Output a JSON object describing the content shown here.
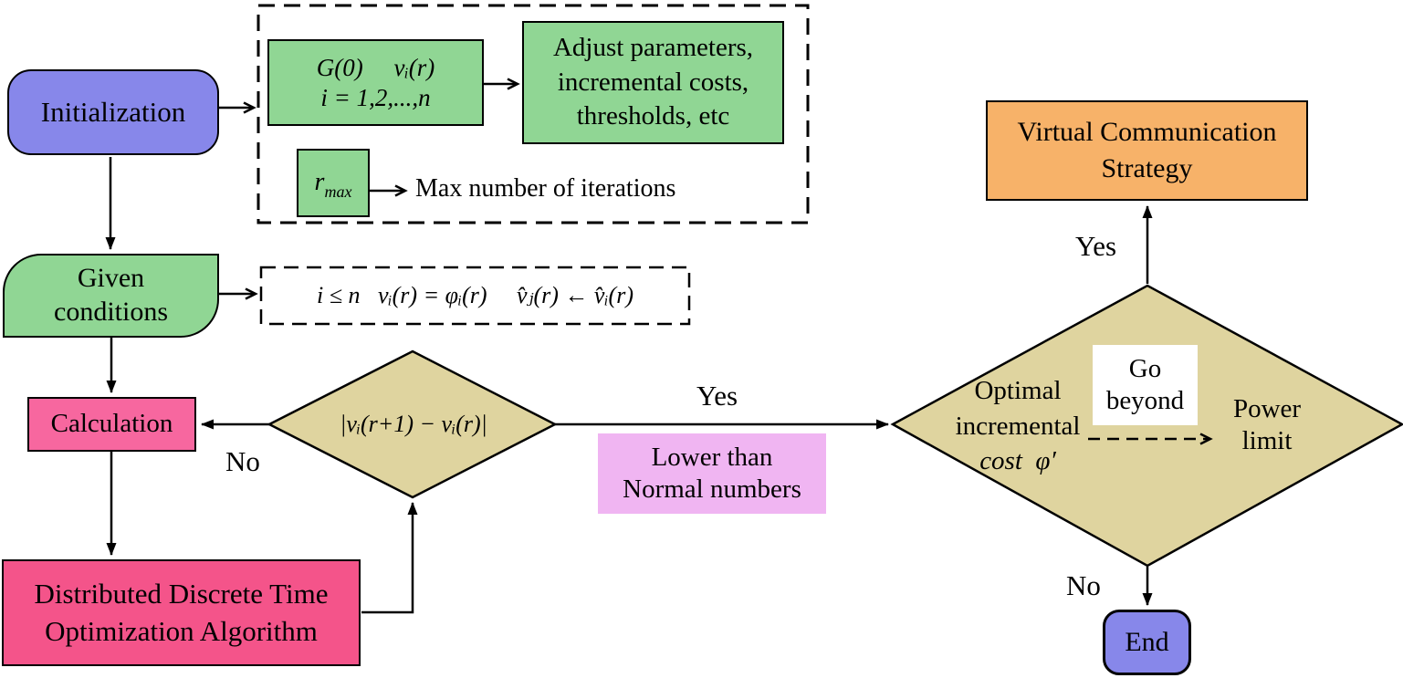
{
  "colors": {
    "periwinkle": "#8787EA",
    "green": "#90D694",
    "pink": "#F7679F",
    "deep_pink": "#F4548A",
    "tan": "#DFD49F",
    "lavender": "#F0B5F2",
    "orange": "#F7B269",
    "line": "#000000"
  },
  "nodes": {
    "initialization": {
      "label": "Initialization"
    },
    "init_formula": {
      "line1": "G(0)     vᵢ(r)",
      "line2": "i = 1,2,...,n"
    },
    "adjust": {
      "line1": "Adjust parameters,",
      "line2": "incremental costs,",
      "line3": "thresholds, etc"
    },
    "rmax": {
      "base": "r",
      "sub": "max"
    },
    "max_iterations": {
      "label": "Max number of iterations"
    },
    "given_conditions": {
      "line1": "Given",
      "line2": "conditions"
    },
    "condition_formula": {
      "label": "i ≤ n   vᵢ(r) = φᵢ(r)     v̂ⱼ(r) ← v̂ᵢ(r)"
    },
    "calculation": {
      "label": "Calculation"
    },
    "convergence_diamond": {
      "label": "|vᵢ(r+1) − vᵢ(r)|"
    },
    "lower_than": {
      "line1": "Lower than",
      "line2": "Normal numbers"
    },
    "ddtoa": {
      "line1": "Distributed Discrete Time",
      "line2": "Optimization Algorithm"
    },
    "optimal_cost_diamond": {
      "line1": "Optimal",
      "line2": "incremental",
      "line3": "cost  φ′"
    },
    "go_beyond": {
      "line1": "Go",
      "line2": "beyond"
    },
    "power_limit": {
      "line1": "Power",
      "line2": "limit"
    },
    "virtual_communication": {
      "line1": "Virtual Communication",
      "line2": "Strategy"
    },
    "end": {
      "label": "End"
    }
  },
  "edge_labels": {
    "yes_converge": "Yes",
    "no_converge": "No",
    "yes_limit": "Yes",
    "no_limit": "No"
  }
}
